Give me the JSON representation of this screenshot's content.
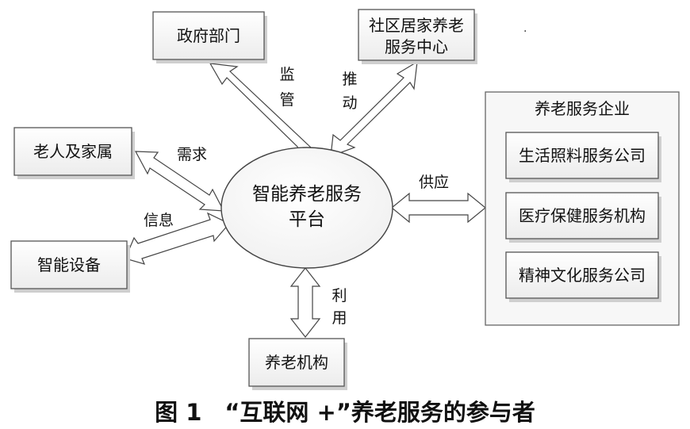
{
  "nodes": {
    "government": "政府部门",
    "community_center_line1": "社区居家养老",
    "community_center_line2": "服务中心",
    "elderly_family": "老人及家属",
    "smart_devices": "智能设备",
    "elderly_institution": "养老机构",
    "platform_line1": "智能养老服务",
    "platform_line2": "平台"
  },
  "enterprise_group": {
    "title": "养老服务企业",
    "items": [
      "生活照料服务公司",
      "医疗保健服务机构",
      "精神文化服务公司"
    ]
  },
  "edge_labels": {
    "supervise": [
      "监",
      "管"
    ],
    "promote": [
      "推",
      "动"
    ],
    "demand": "需求",
    "information": "信息",
    "supply": "供应",
    "use": [
      "利",
      "用"
    ]
  },
  "stray_mark": ".",
  "caption": "图 1　“互联网 +”养老服务的参与者"
}
